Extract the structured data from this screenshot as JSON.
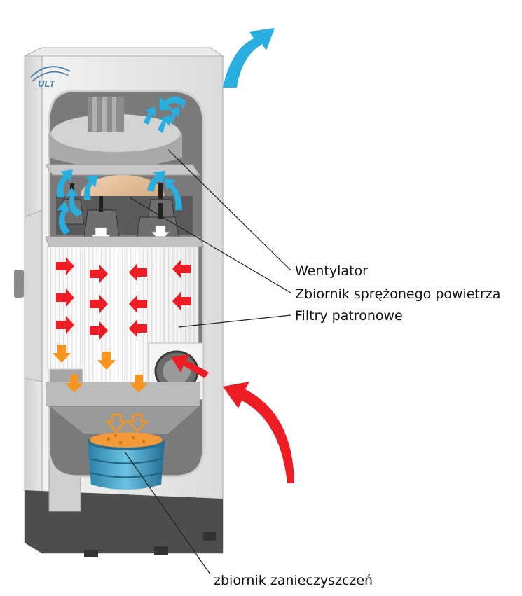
{
  "logo": {
    "text": "ULT",
    "color": "#4a7fa8"
  },
  "labels": {
    "fan": "Wentylator",
    "compressed_air_tank": "Zbiornik sprężonego powietrza",
    "cartridge_filters": "Filtry patronowe",
    "dust_bin": "zbiornik zanieczyszczeń"
  },
  "colors": {
    "clean_air_arrow": "#29aee0",
    "dirty_air_arrow": "#ee1c24",
    "dust_flow_arrow": "#f7941d",
    "cabinet": "#e6e6e6",
    "bin": "#3b9ec4"
  }
}
